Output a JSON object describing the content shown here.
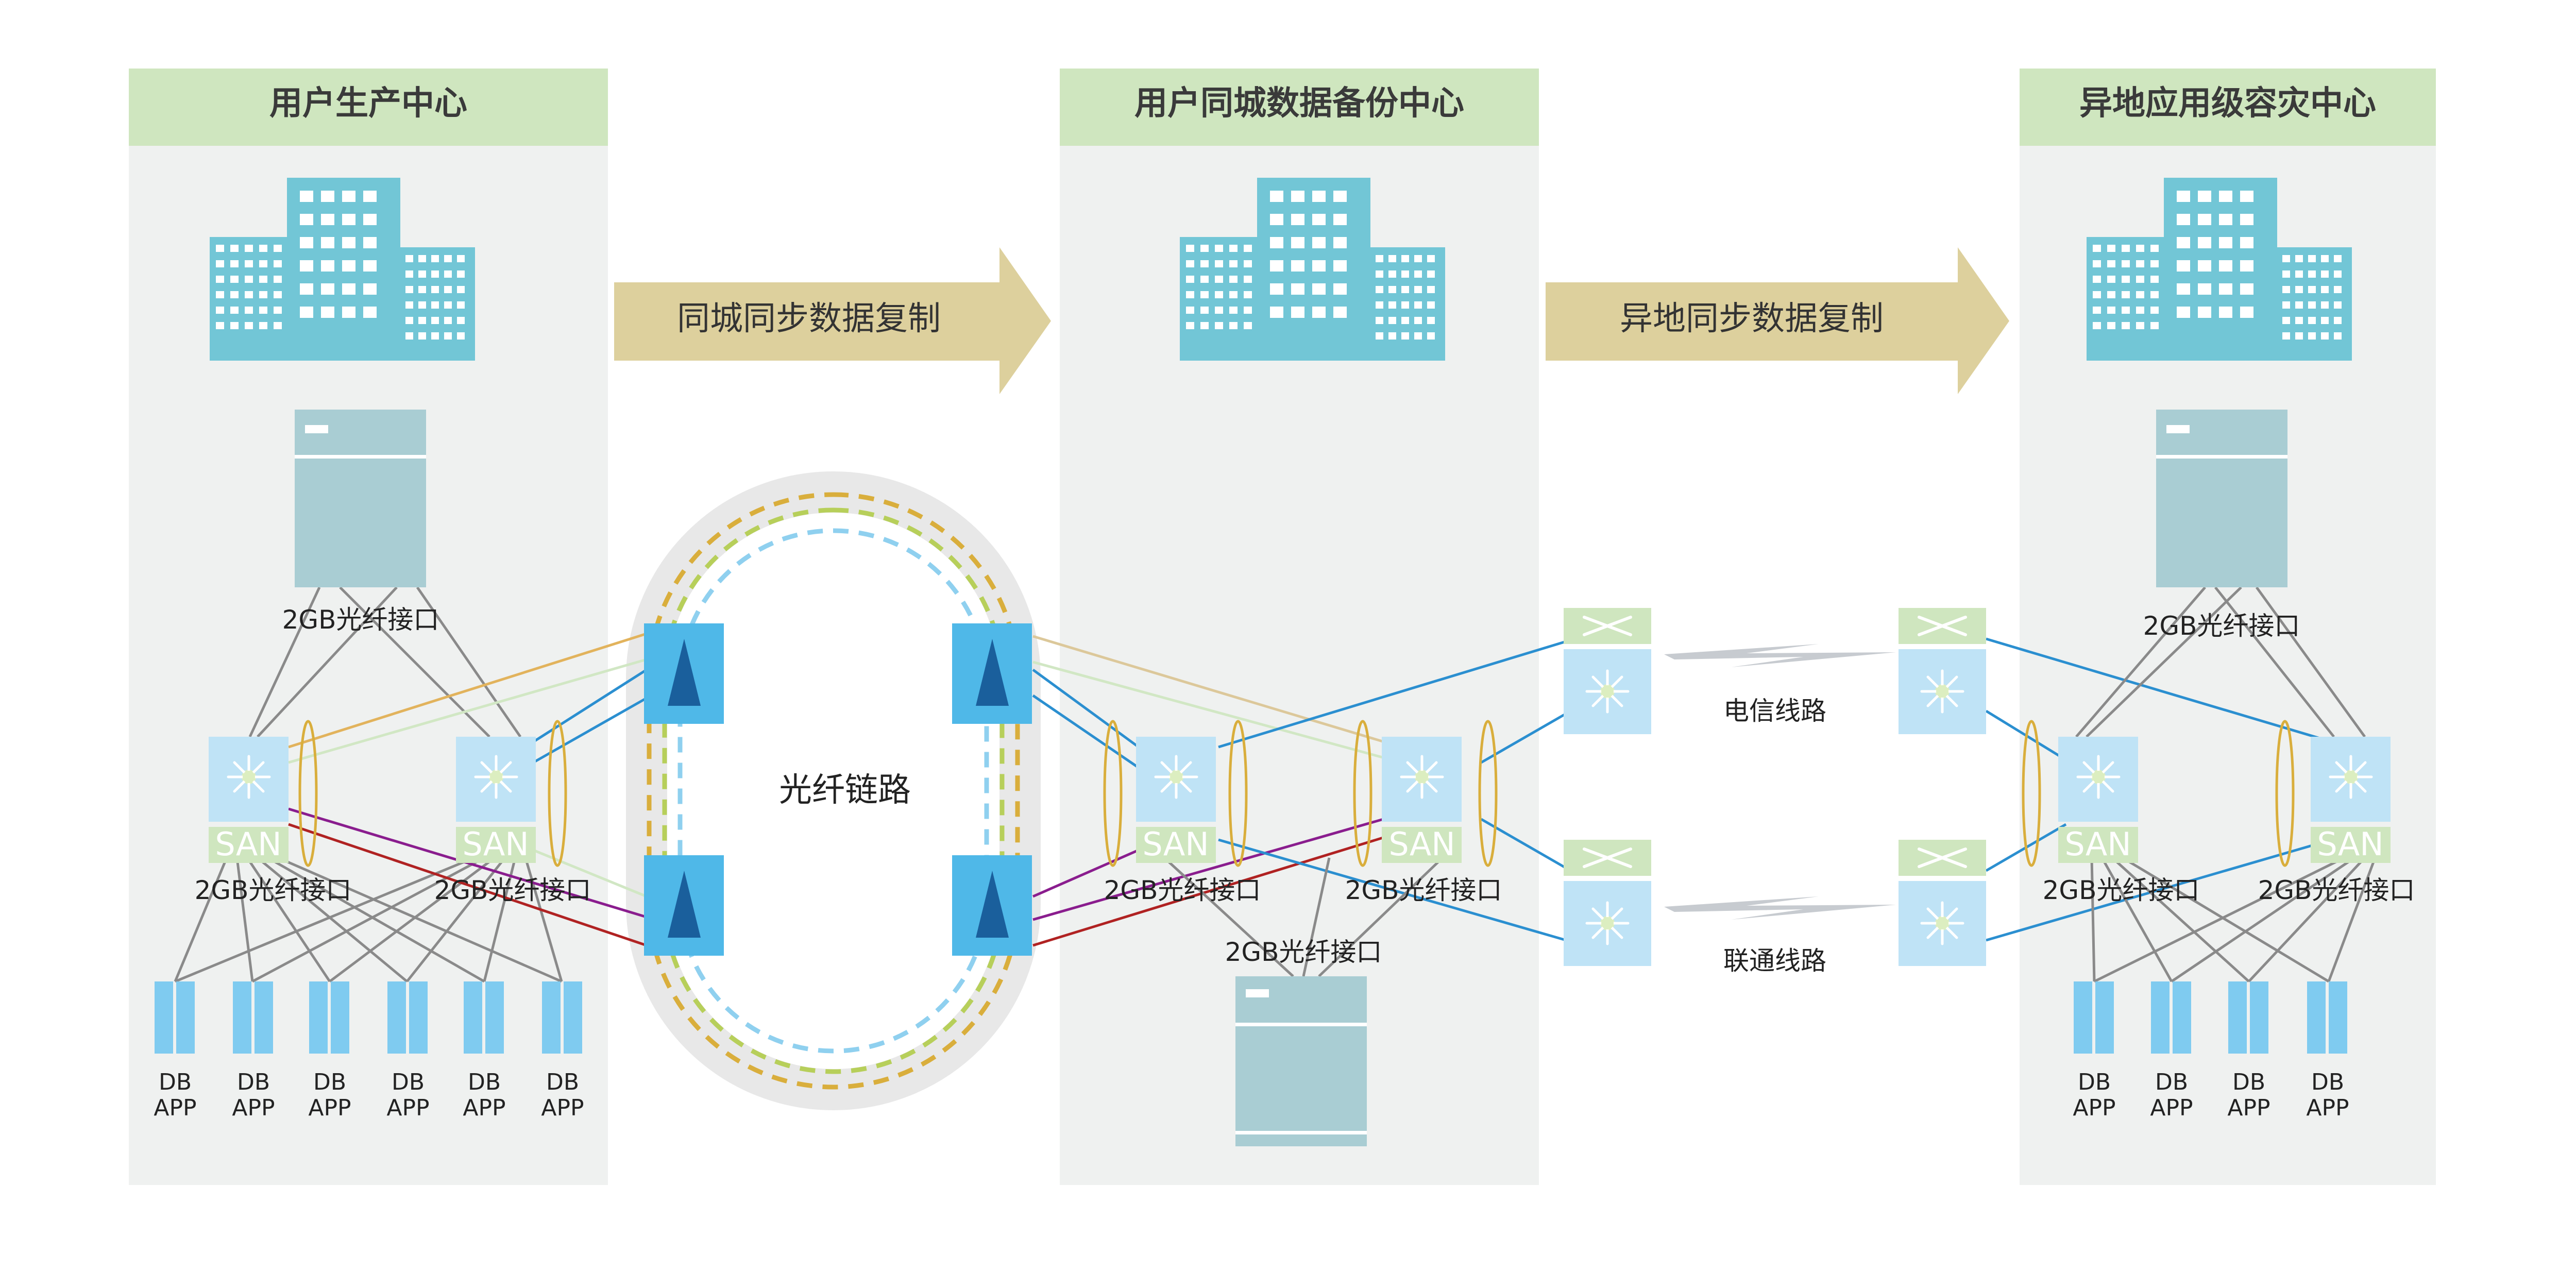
{
  "centers": [
    {
      "title": "用户生产中心"
    },
    {
      "title": "用户同城数据备份中心"
    },
    {
      "title": "异地应用级容灾中心"
    }
  ],
  "arrows": {
    "sync_city": "同城同步数据复制",
    "sync_remote": "异地同步数据复制"
  },
  "labels": {
    "fiber_port": "2GB光纤接口",
    "fiber_link": "光纤链路",
    "san": "SAN",
    "telecom_line": "电信线路",
    "unicom_line": "联通线路",
    "db": "DB",
    "app": "APP"
  },
  "colors": {
    "header_bg": "#cfe6bf",
    "panel_bg": "#eff1f0",
    "building": "#72c6d6",
    "server": "#a9cdd3",
    "switch_bg": "#bfe3f6",
    "san_bg": "#cfe6bf",
    "arrow": "#ddd09d",
    "fiber_box": "#4fb8e8"
  }
}
